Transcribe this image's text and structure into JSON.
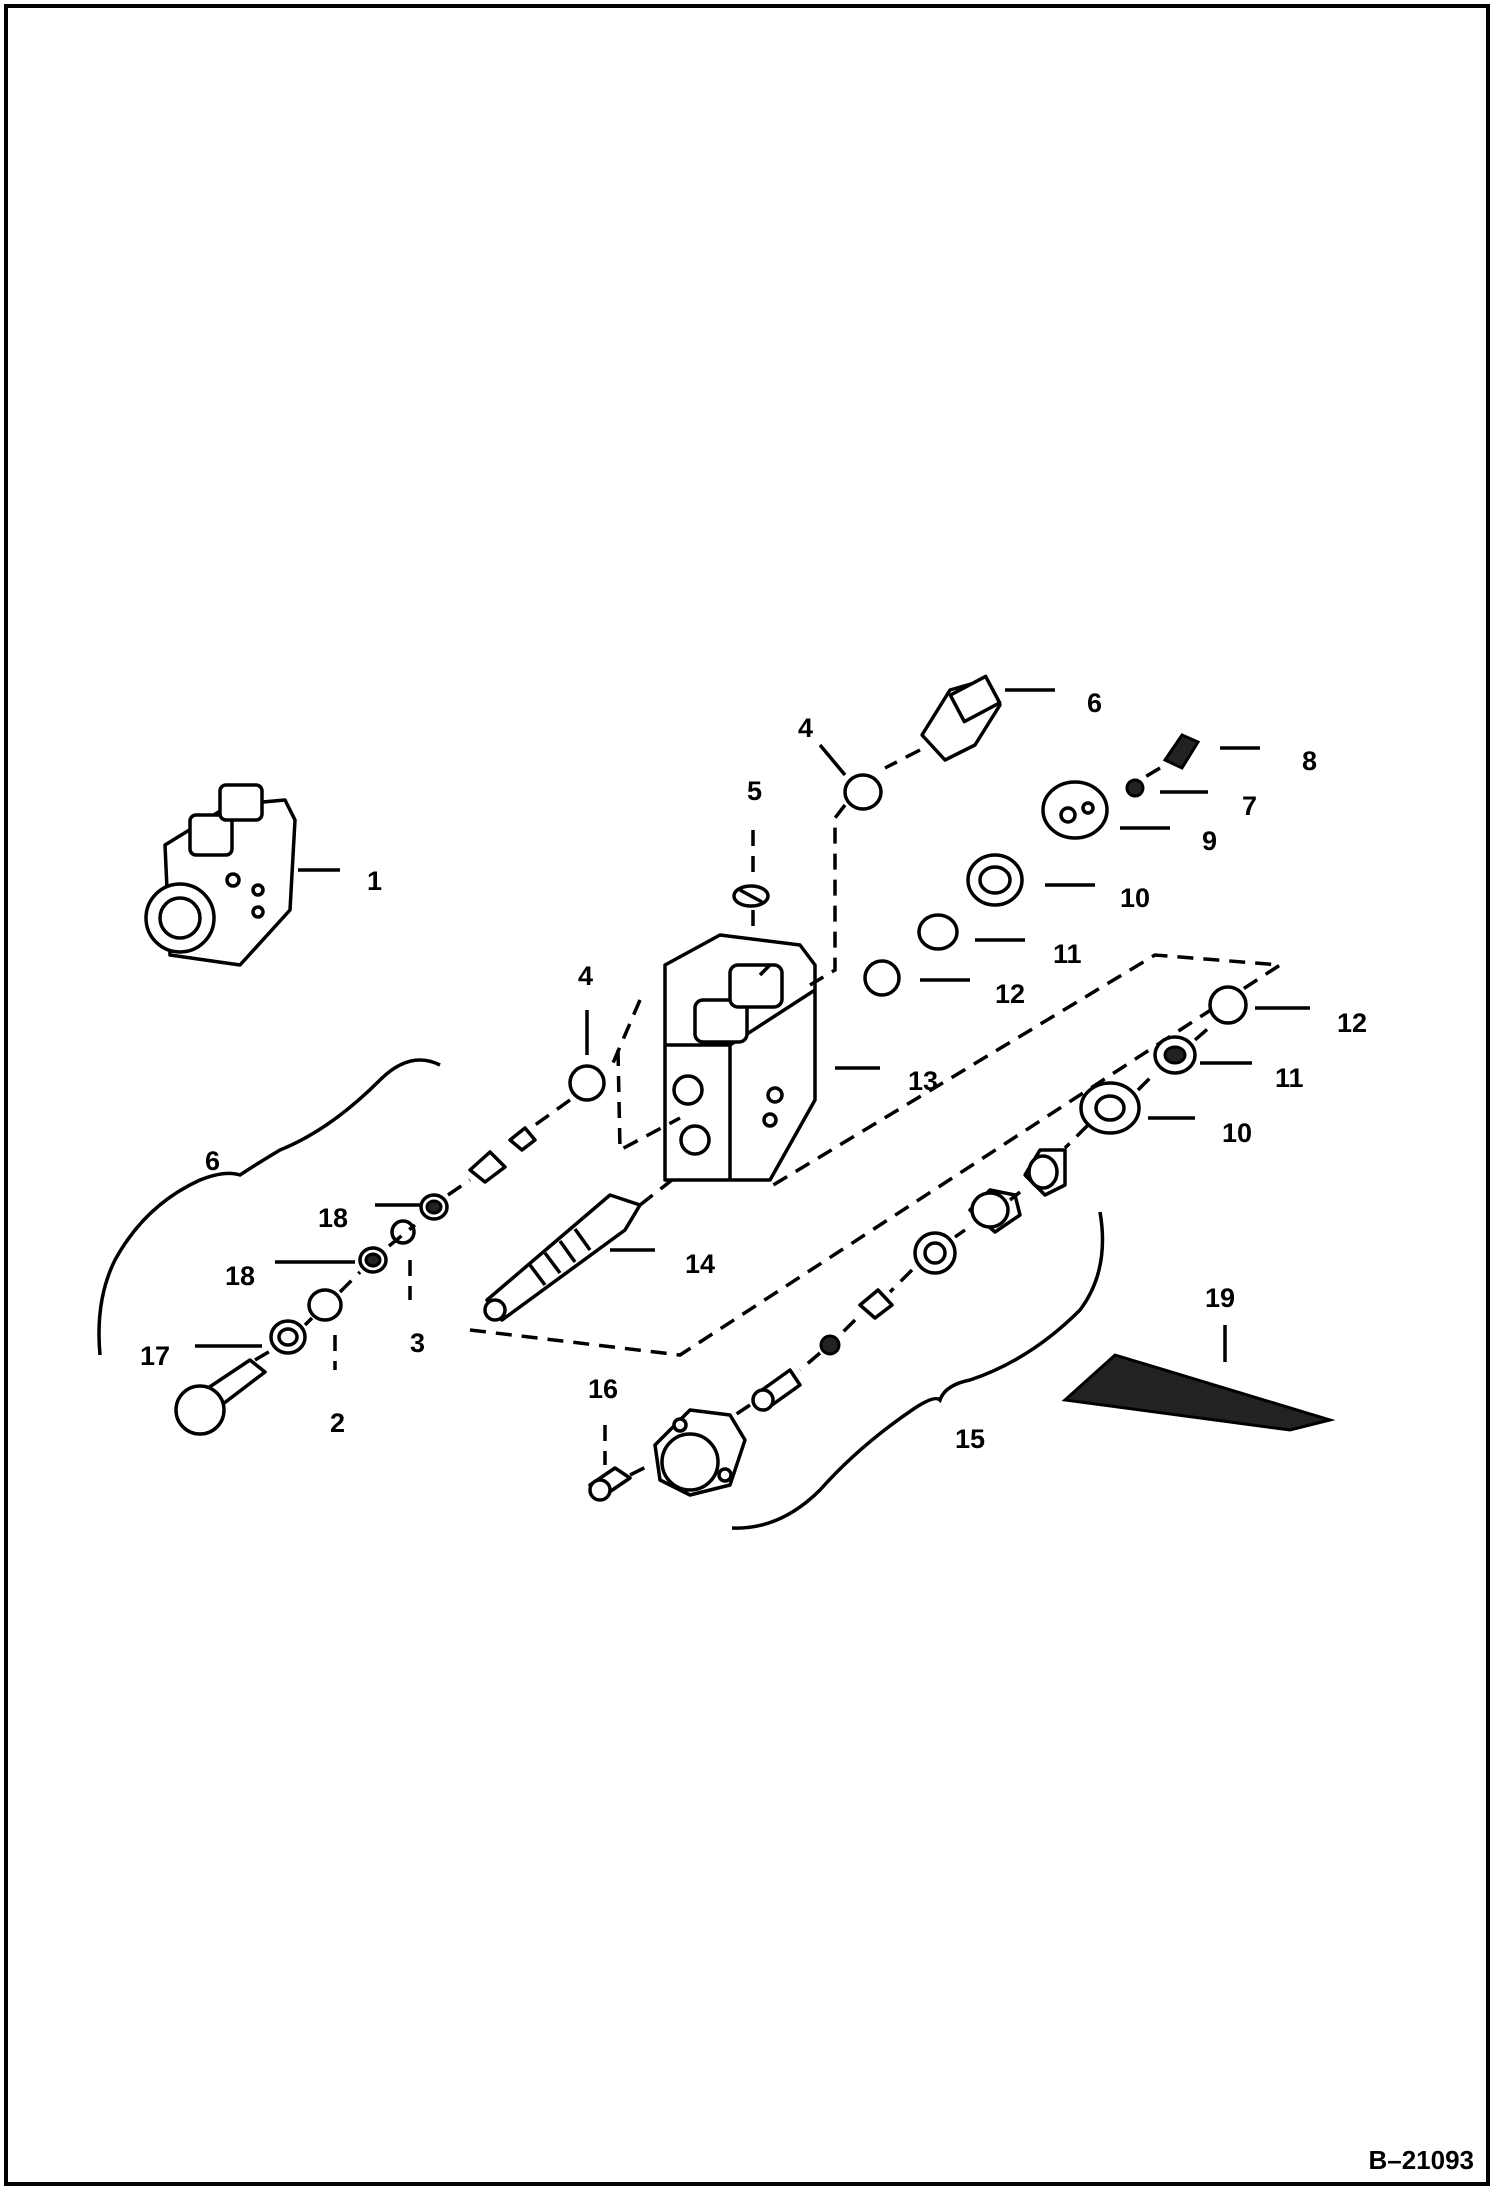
{
  "diagram": {
    "reference": "B–21093",
    "callouts": [
      "1",
      "2",
      "3",
      "4",
      "4",
      "5",
      "6",
      "6",
      "7",
      "8",
      "9",
      "10",
      "10",
      "11",
      "11",
      "12",
      "12",
      "13",
      "14",
      "15",
      "16",
      "17",
      "18",
      "18",
      "19"
    ]
  }
}
